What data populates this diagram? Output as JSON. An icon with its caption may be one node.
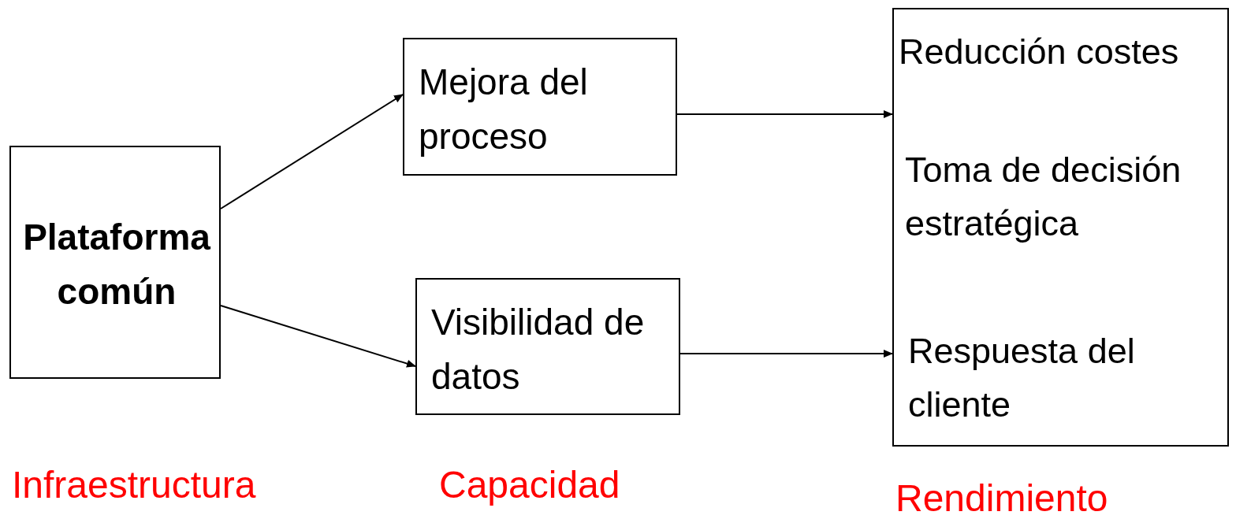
{
  "diagram": {
    "nodes": [
      {
        "text": [
          "Plataforma común"
        ]
      },
      {
        "text": [
          "Mejora del proceso"
        ]
      },
      {
        "text": [
          "Visibilidad de datos"
        ]
      },
      {
        "text": [
          "Reducción costes",
          "Toma de decisión estratégica",
          "Respuesta del cliente"
        ]
      }
    ],
    "edges": [
      {
        "from": 0,
        "to": 1,
        "arrow": "to"
      },
      {
        "from": 0,
        "to": 2,
        "arrow": "to"
      },
      {
        "from": 1,
        "to": 3,
        "arrow": "to"
      },
      {
        "from": 2,
        "to": 3,
        "arrow": "to"
      }
    ],
    "labels": [
      "Infraestructura",
      "Capacidad",
      "Rendimiento"
    ]
  }
}
